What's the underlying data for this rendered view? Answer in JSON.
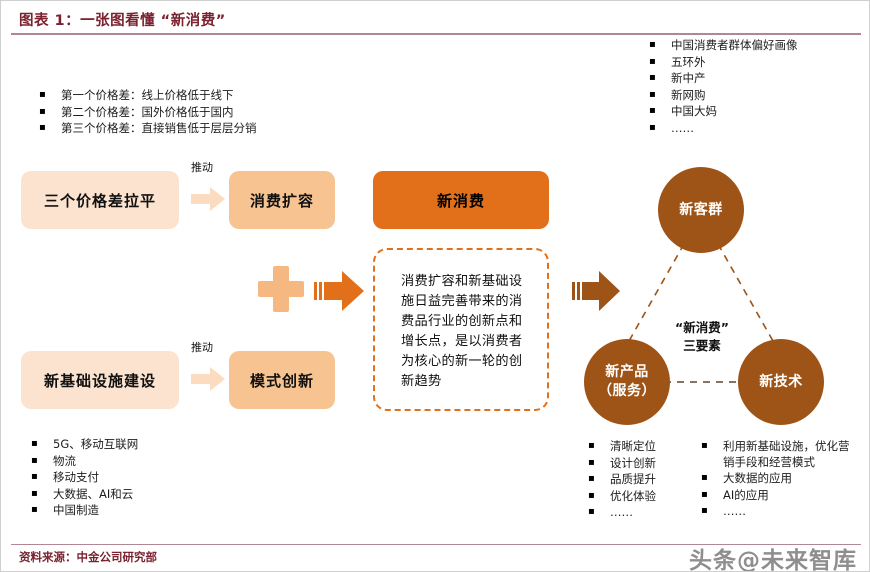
{
  "header": {
    "title": "图表 1：一张图看懂 “新消费”"
  },
  "footer": {
    "source": "资料来源：中金公司研究部",
    "watermark": "头条@未来智库"
  },
  "colors": {
    "accent_orange": "#e2701a",
    "mid_orange": "#f7c391",
    "light_orange": "#fbe3d0",
    "circle_brown": "#9e5317",
    "title_maroon": "#7a2230",
    "rule_rose": "#b08792"
  },
  "lists": {
    "price_gaps": [
      "第一个价格差：线上价格低于线下",
      "第二个价格差：国外价格低于国内",
      "第三个价格差：直接销售低于层层分销"
    ],
    "consumer_profile": [
      "中国消费者群体偏好画像",
      "五环外",
      "新中产",
      "新网购",
      "中国大妈",
      "……"
    ],
    "infrastructure": [
      "5G、移动互联网",
      "物流",
      "移动支付",
      "大数据、AI和云",
      "中国制造"
    ],
    "product_points": [
      "清晰定位",
      "设计创新",
      "品质提升",
      "优化体验",
      "……"
    ],
    "technology_points": [
      "利用新基础设施，优化营销手段和经营模式",
      "大数据的应用",
      "AI的应用",
      "……"
    ],
    "bullet_glyph": "▪"
  },
  "flow": {
    "price_box": "三个价格差拉平",
    "infra_box": "新基础设施建设",
    "expand_box": "消费扩容",
    "model_box": "模式创新",
    "push_label_top": "推动",
    "push_label_bottom": "推动",
    "new_consumption_box": "新消费",
    "note_text": "消费扩容和新基础设施日益完善带来的消费品行业的创新点和增长点，是以消费者为核心的新一轮的创新趋势"
  },
  "triangle": {
    "center_label": "“新消费”\n三要素",
    "node_top": "新客群",
    "node_left": "新产品\n（服务）",
    "node_right": "新技术"
  }
}
